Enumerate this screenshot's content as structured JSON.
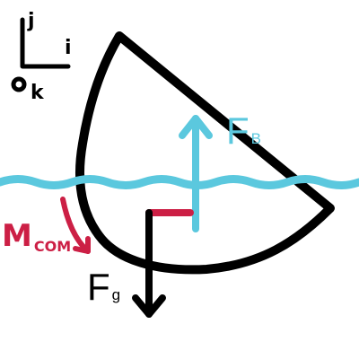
{
  "axes": {
    "j": "j",
    "i": "i",
    "k": "k"
  },
  "forces": {
    "buoyancy": {
      "base": "F",
      "sub": "B"
    },
    "gravity": {
      "base": "F",
      "sub": "g"
    },
    "moment": {
      "base": "M",
      "sub": "COM"
    }
  },
  "colors": {
    "outline": "#000000",
    "water": "#5bc8de",
    "buoyancy": "#5bc8de",
    "moment": "#cc1f45",
    "gravity": "#000000"
  }
}
